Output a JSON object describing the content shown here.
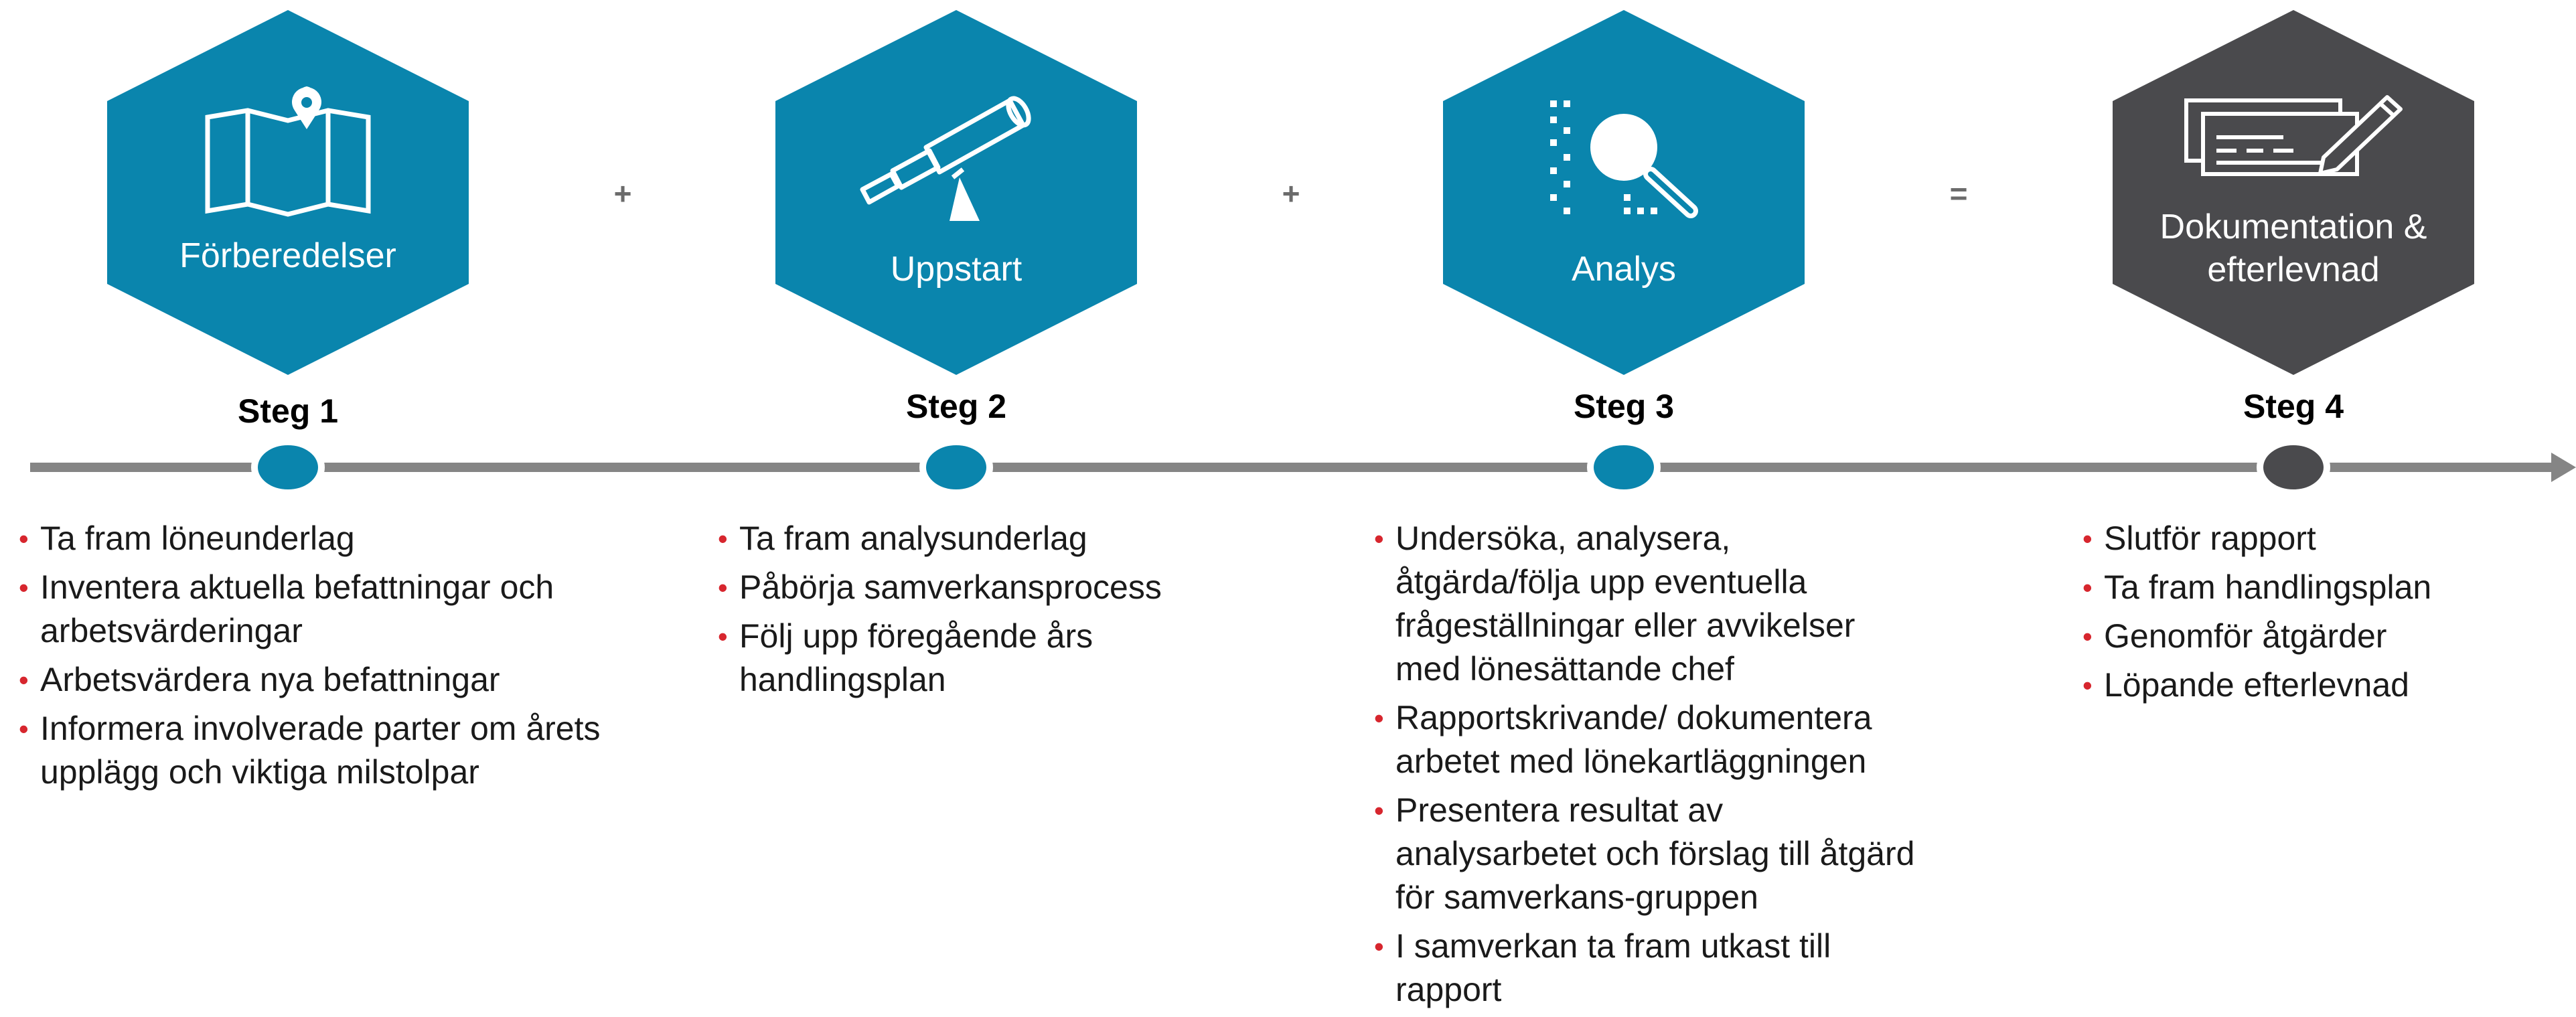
{
  "colors": {
    "teal": "#0a85ad",
    "dark": "#4a4a4d",
    "line": "#858585",
    "bullet": "#d7262e"
  },
  "steps": [
    {
      "label": "Förberedelser",
      "icon": "map-pin-icon",
      "step": "Steg 1",
      "bullets": [
        "Ta fram löneunderlag",
        "Inventera aktuella befattningar och arbetsvärderingar",
        "Arbetsvärdera nya befattningar",
        "Informera involverade parter om årets upplägg och viktiga milstolpar"
      ]
    },
    {
      "label": "Uppstart",
      "icon": "telescope-icon",
      "step": "Steg 2",
      "bullets": [
        "Ta fram analysunderlag",
        "Påbörja samverkansprocess",
        "Följ upp föregående års handlingsplan"
      ]
    },
    {
      "label": "Analys",
      "icon": "magnifier-icon",
      "step": "Steg 3",
      "bullets": [
        "Undersöka, analysera, åtgärda/följa upp eventuella frågeställningar eller avvikelser med lönesättande chef",
        "Rapportskrivande/ dokumentera arbetet med lönekartläggningen",
        "Presentera resultat av analysarbetet och förslag till åtgärd för samverkans-gruppen",
        "I samverkan ta fram utkast till rapport"
      ]
    },
    {
      "label": "Dokumentation & efterlevnad",
      "icon": "document-pen-icon",
      "step": "Steg 4",
      "bullets": [
        "Slutför rapport",
        "Ta fram handlingsplan",
        "Genomför åtgärder",
        "Löpande efterlevnad"
      ]
    }
  ],
  "operators": [
    "+",
    "+",
    "="
  ]
}
